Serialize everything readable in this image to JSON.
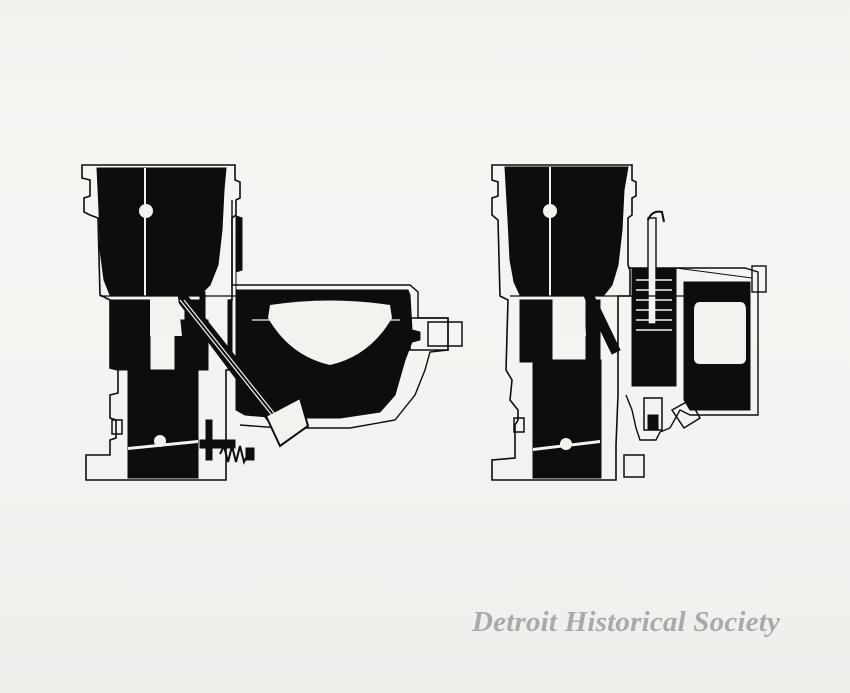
{
  "image": {
    "subject": "Two carburetor cross-section technical drawings",
    "background_color": "#f3f2ef",
    "ink_color": "#0d0d0d"
  },
  "drawings": [
    {
      "name": "left-carburetor-cutaway",
      "description": "Carburetor cross-section with horizontal float bowl and side fuel inlet fitting"
    },
    {
      "name": "right-carburetor-cutaway",
      "description": "Carburetor cross-section with vertical accelerator pump and side float chamber"
    }
  ],
  "watermark": {
    "text": "Detroit Historical Society",
    "color": "#a9a9a9"
  }
}
